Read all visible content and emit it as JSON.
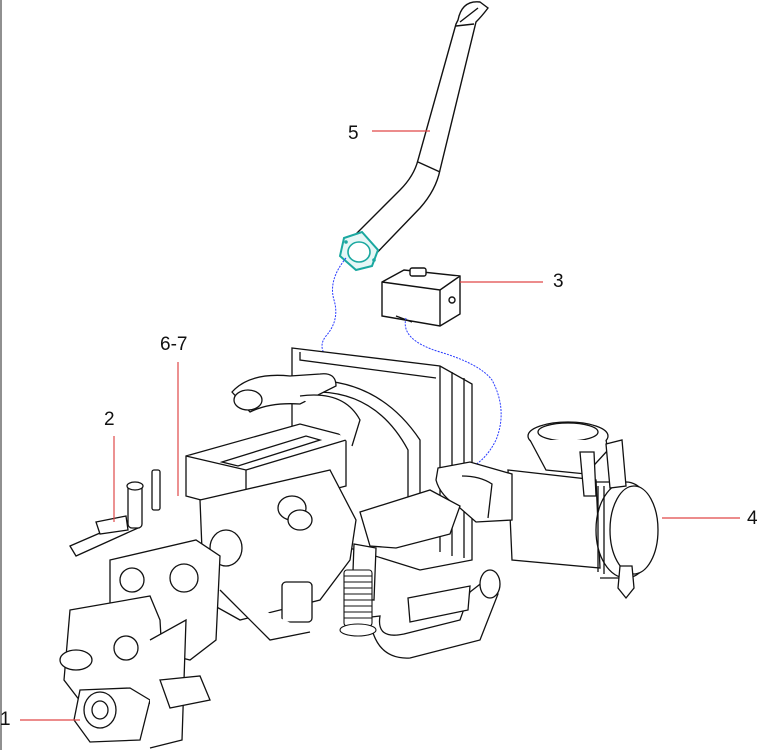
{
  "callouts": {
    "c1": "1",
    "c2": "2",
    "c3": "3",
    "c4": "4",
    "c5": "5",
    "c67": "6-7"
  },
  "colors": {
    "leader": "#e04848",
    "hose": "#2a3cff",
    "gasket": "#1aa8a0",
    "outline": "#111111"
  }
}
